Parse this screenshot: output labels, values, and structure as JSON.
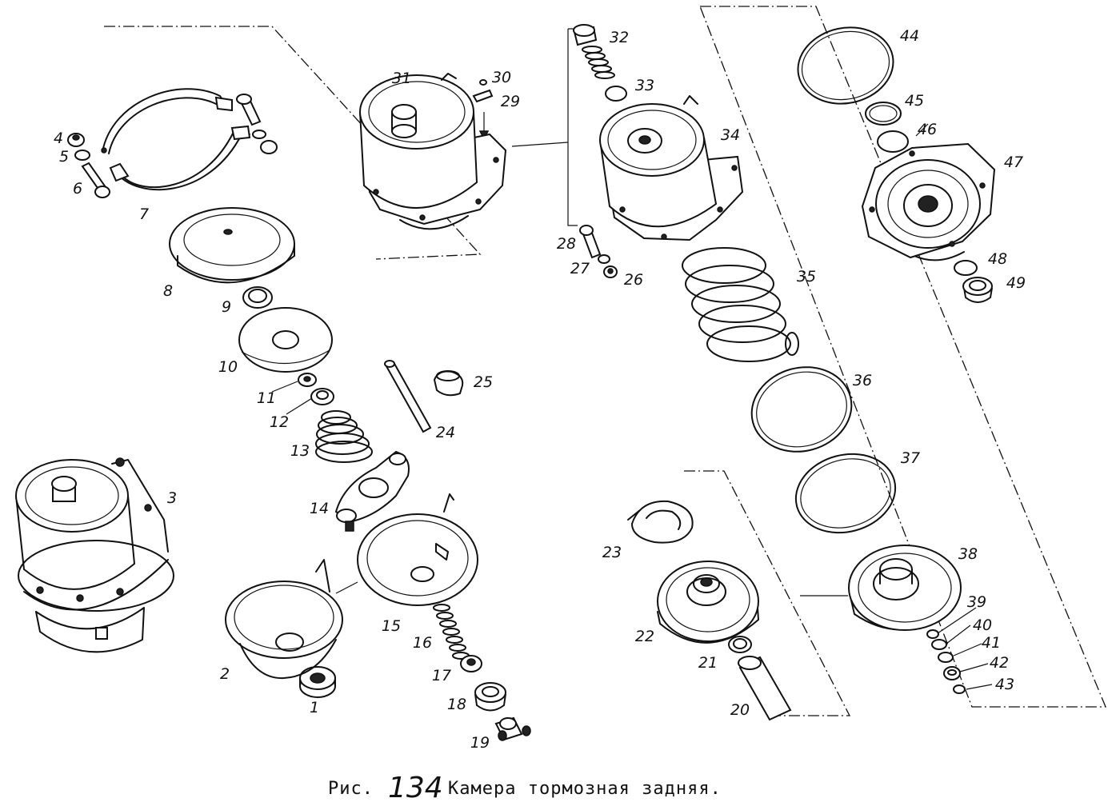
{
  "callouts": [
    "1",
    "2",
    "3",
    "4",
    "5",
    "6",
    "7",
    "8",
    "9",
    "10",
    "11",
    "12",
    "13",
    "14",
    "15",
    "16",
    "17",
    "18",
    "19",
    "20",
    "21",
    "22",
    "23",
    "24",
    "25",
    "26",
    "27",
    "28",
    "29",
    "30",
    "31",
    "32",
    "33",
    "34",
    "35",
    "36",
    "37",
    "38",
    "39",
    "40",
    "41",
    "42",
    "43",
    "44",
    "45",
    "46",
    "47",
    "48",
    "49"
  ],
  "caption": {
    "prefix": "Рис.",
    "number": "134",
    "title": "Камера тормозная задняя."
  }
}
